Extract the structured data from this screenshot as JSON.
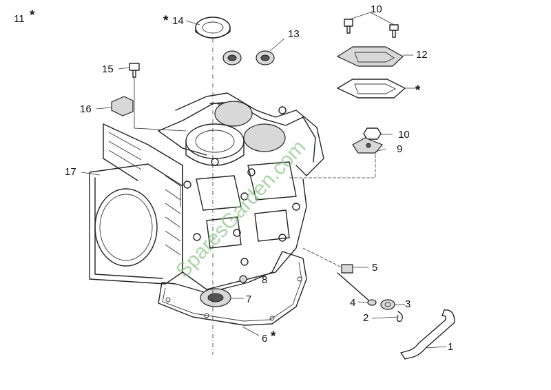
{
  "watermark": "SparesGarden.com",
  "colors": {
    "line": "#222222",
    "watermark": "#8ec98a",
    "background": "#ffffff"
  },
  "callouts": {
    "c11": "11",
    "c14": "14",
    "c13": "13",
    "c10a": "10",
    "c12": "12",
    "c15": "15",
    "c16": "16",
    "c17": "17",
    "c10b": "10",
    "c9": "9",
    "c8": "8",
    "c7": "7",
    "c6": "6",
    "c5": "5",
    "c4": "4",
    "c3": "3",
    "c2": "2",
    "c1": "1"
  },
  "asterisk": "*"
}
